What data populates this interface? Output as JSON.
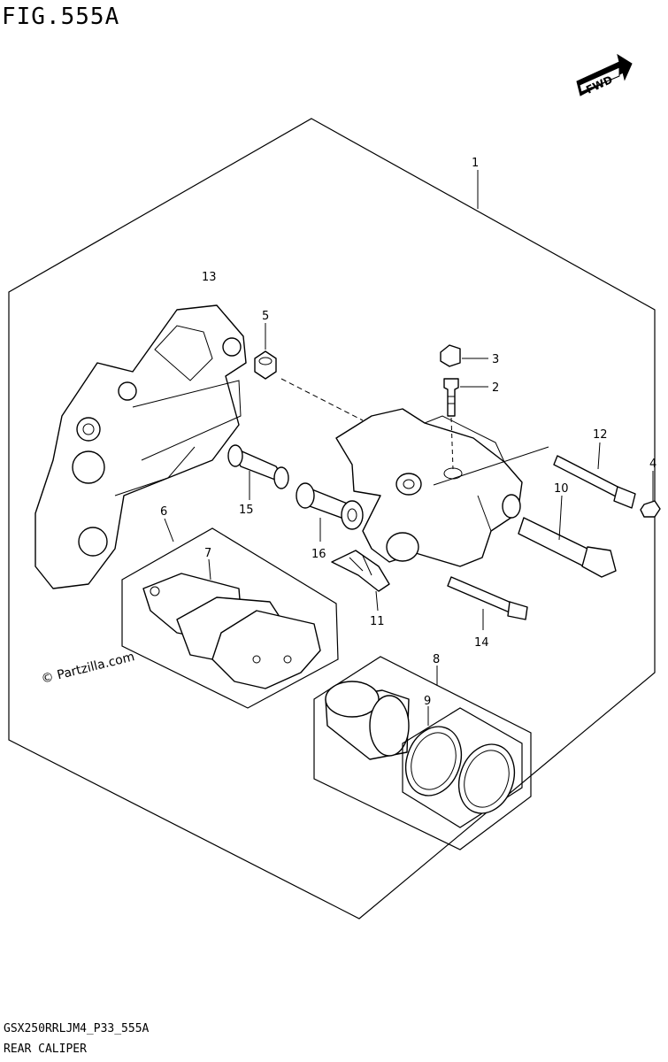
{
  "figure_title": "FIG.555A",
  "fwd_label": "FWD",
  "watermark": "© Partzilla.com",
  "footer": {
    "code": "GSX250RRLJM4_P33_555A",
    "name": "REAR CALIPER"
  },
  "callouts": [
    "1",
    "2",
    "3",
    "4",
    "5",
    "6",
    "7",
    "8",
    "9",
    "10",
    "11",
    "12",
    "13",
    "14",
    "15",
    "16"
  ]
}
